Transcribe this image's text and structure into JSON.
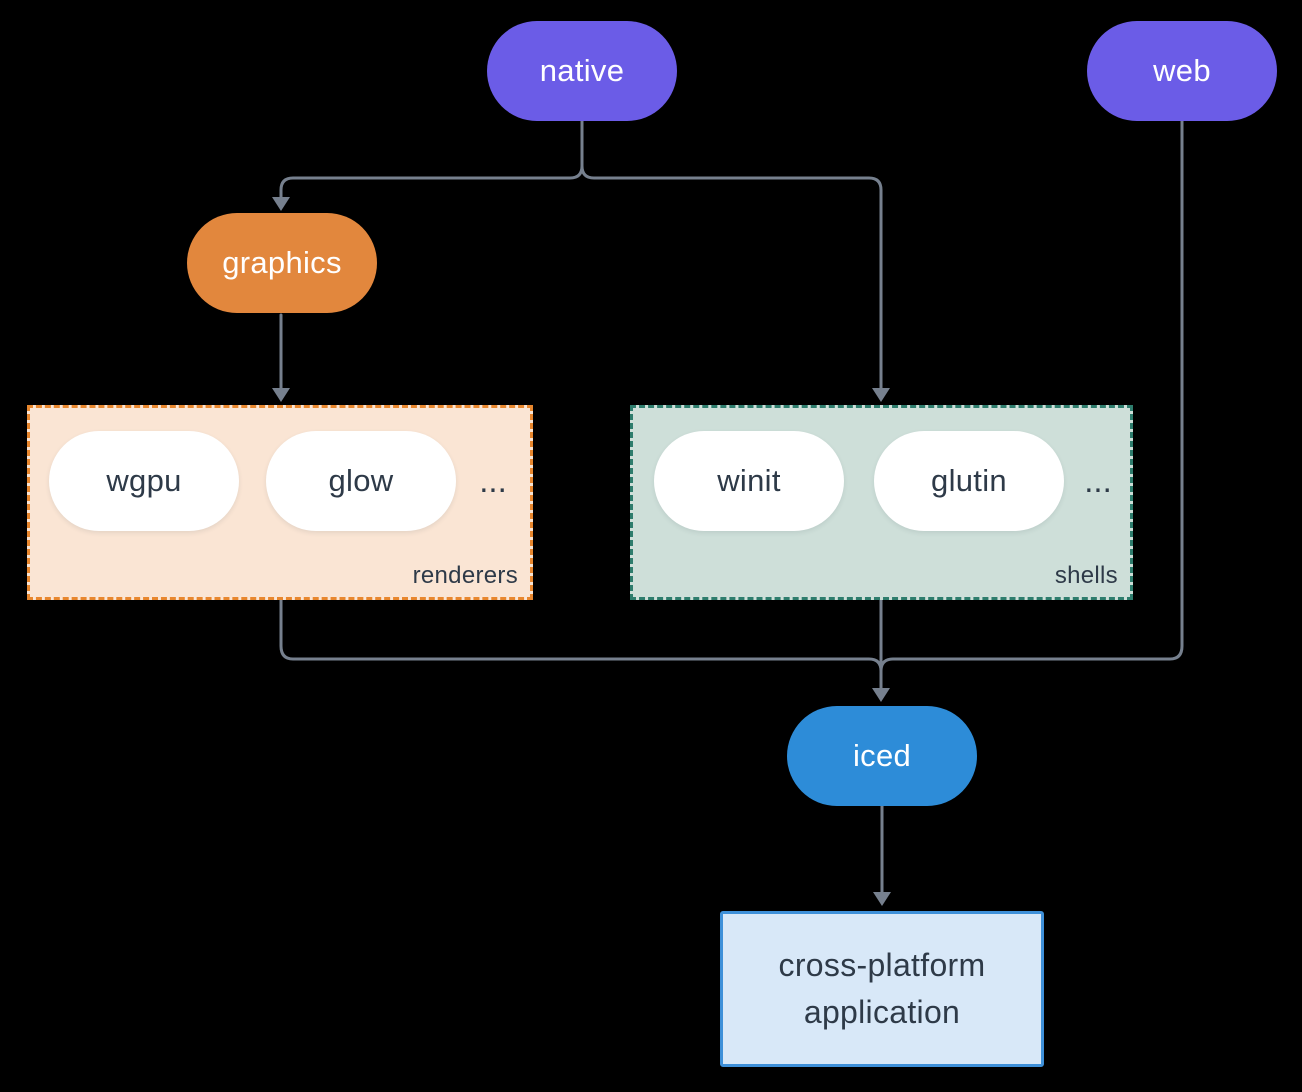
{
  "colors": {
    "background": "#000000",
    "purple": "#6B5CE7",
    "orange": "#E2873D",
    "blue": "#2D8CD8",
    "pill_white": "#FFFFFF",
    "renderers_fill": "#FAE5D4",
    "renderers_border": "#E8872E",
    "shells_fill": "#CEDFD9",
    "shells_border": "#2E7D6D",
    "app_fill": "#D8E8F8",
    "app_border": "#3E90D9",
    "edge": "#76808E",
    "text_dark": "#2E3A48",
    "text_light": "#FFFFFF"
  },
  "nodes": {
    "native": {
      "label": "native"
    },
    "web": {
      "label": "web"
    },
    "graphics": {
      "label": "graphics"
    },
    "iced": {
      "label": "iced"
    },
    "application": {
      "line1": "cross-platform",
      "line2": "application"
    }
  },
  "groups": {
    "renderers": {
      "label": "renderers",
      "items": [
        "wgpu",
        "glow"
      ],
      "ellipsis": "..."
    },
    "shells": {
      "label": "shells",
      "items": [
        "winit",
        "glutin"
      ],
      "ellipsis": "..."
    }
  }
}
